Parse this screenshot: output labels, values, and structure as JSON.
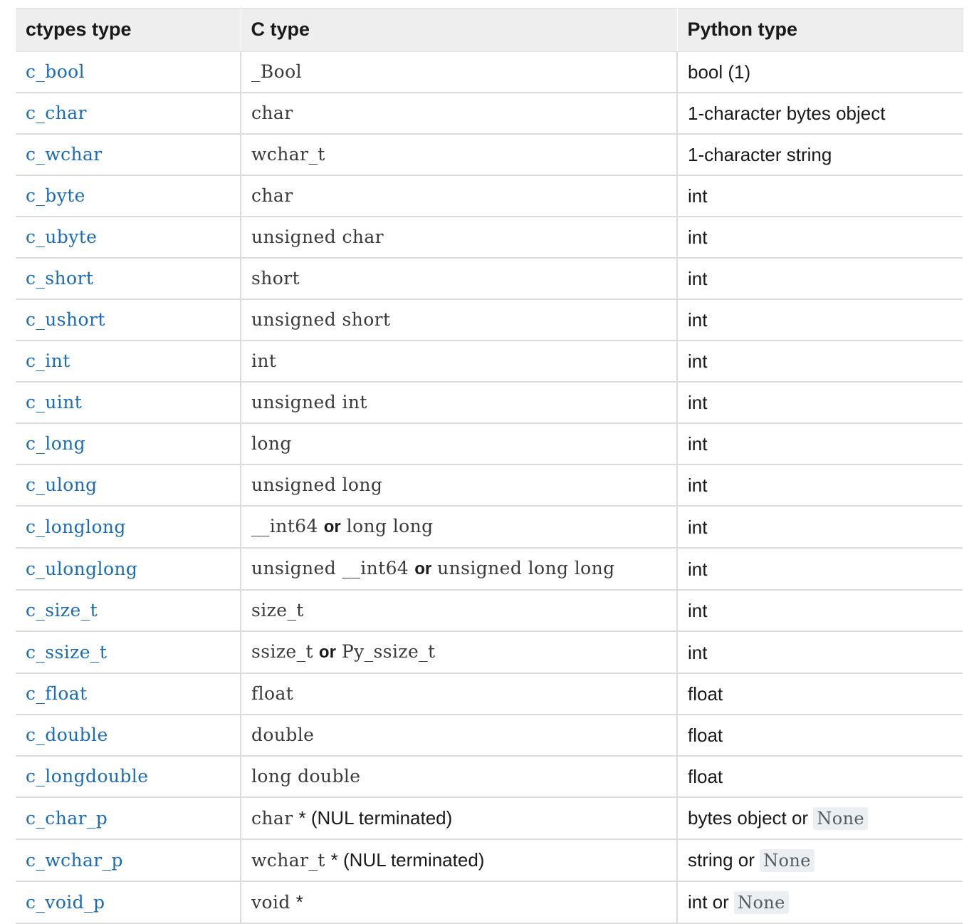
{
  "table": {
    "name": "ctypes fundamental data types",
    "accent_link_color": "#1a6cb5",
    "header_background": "#eeeeee",
    "border_color": "#dcdcdc",
    "literal_background": "#eceff1",
    "columns": [
      {
        "key": "ctypes_type",
        "label": "ctypes type"
      },
      {
        "key": "c_type",
        "label": "C type"
      },
      {
        "key": "python_type",
        "label": "Python type"
      }
    ],
    "rows": [
      {
        "ctypes_type": "c_bool",
        "c_type": [
          {
            "style": "code",
            "text": "_Bool"
          }
        ],
        "python_type": [
          {
            "style": "plain",
            "text": "bool (1)"
          }
        ]
      },
      {
        "ctypes_type": "c_char",
        "c_type": [
          {
            "style": "code",
            "text": "char"
          }
        ],
        "python_type": [
          {
            "style": "plain",
            "text": "1-character bytes object"
          }
        ]
      },
      {
        "ctypes_type": "c_wchar",
        "c_type": [
          {
            "style": "code",
            "text": "wchar_t"
          }
        ],
        "python_type": [
          {
            "style": "plain",
            "text": "1-character string"
          }
        ]
      },
      {
        "ctypes_type": "c_byte",
        "c_type": [
          {
            "style": "code",
            "text": "char"
          }
        ],
        "python_type": [
          {
            "style": "plain",
            "text": "int"
          }
        ]
      },
      {
        "ctypes_type": "c_ubyte",
        "c_type": [
          {
            "style": "code",
            "text": "unsigned char"
          }
        ],
        "python_type": [
          {
            "style": "plain",
            "text": "int"
          }
        ]
      },
      {
        "ctypes_type": "c_short",
        "c_type": [
          {
            "style": "code",
            "text": "short"
          }
        ],
        "python_type": [
          {
            "style": "plain",
            "text": "int"
          }
        ]
      },
      {
        "ctypes_type": "c_ushort",
        "c_type": [
          {
            "style": "code",
            "text": "unsigned short"
          }
        ],
        "python_type": [
          {
            "style": "plain",
            "text": "int"
          }
        ]
      },
      {
        "ctypes_type": "c_int",
        "c_type": [
          {
            "style": "code",
            "text": "int"
          }
        ],
        "python_type": [
          {
            "style": "plain",
            "text": "int"
          }
        ]
      },
      {
        "ctypes_type": "c_uint",
        "c_type": [
          {
            "style": "code",
            "text": "unsigned int"
          }
        ],
        "python_type": [
          {
            "style": "plain",
            "text": "int"
          }
        ]
      },
      {
        "ctypes_type": "c_long",
        "c_type": [
          {
            "style": "code",
            "text": "long"
          }
        ],
        "python_type": [
          {
            "style": "plain",
            "text": "int"
          }
        ]
      },
      {
        "ctypes_type": "c_ulong",
        "c_type": [
          {
            "style": "code",
            "text": "unsigned long"
          }
        ],
        "python_type": [
          {
            "style": "plain",
            "text": "int"
          }
        ]
      },
      {
        "ctypes_type": "c_longlong",
        "c_type": [
          {
            "style": "code",
            "text": "__int64"
          },
          {
            "style": "sep",
            "text": "or"
          },
          {
            "style": "code",
            "text": "long long"
          }
        ],
        "python_type": [
          {
            "style": "plain",
            "text": "int"
          }
        ]
      },
      {
        "ctypes_type": "c_ulonglong",
        "c_type": [
          {
            "style": "code",
            "text": "unsigned __int64"
          },
          {
            "style": "sep",
            "text": "or"
          },
          {
            "style": "code",
            "text": "unsigned long long"
          }
        ],
        "python_type": [
          {
            "style": "plain",
            "text": "int"
          }
        ]
      },
      {
        "ctypes_type": "c_size_t",
        "c_type": [
          {
            "style": "code",
            "text": "size_t"
          }
        ],
        "python_type": [
          {
            "style": "plain",
            "text": "int"
          }
        ]
      },
      {
        "ctypes_type": "c_ssize_t",
        "c_type": [
          {
            "style": "code",
            "text": "ssize_t"
          },
          {
            "style": "sep",
            "text": "or"
          },
          {
            "style": "code",
            "text": "Py_ssize_t"
          }
        ],
        "python_type": [
          {
            "style": "plain",
            "text": "int"
          }
        ]
      },
      {
        "ctypes_type": "c_float",
        "c_type": [
          {
            "style": "code",
            "text": "float"
          }
        ],
        "python_type": [
          {
            "style": "plain",
            "text": "float"
          }
        ]
      },
      {
        "ctypes_type": "c_double",
        "c_type": [
          {
            "style": "code",
            "text": "double"
          }
        ],
        "python_type": [
          {
            "style": "plain",
            "text": "float"
          }
        ]
      },
      {
        "ctypes_type": "c_longdouble",
        "c_type": [
          {
            "style": "code",
            "text": "long double"
          }
        ],
        "python_type": [
          {
            "style": "plain",
            "text": "float"
          }
        ]
      },
      {
        "ctypes_type": "c_char_p",
        "c_type": [
          {
            "style": "code",
            "text": "char"
          },
          {
            "style": "plain",
            "text": "* (NUL terminated)"
          }
        ],
        "python_type": [
          {
            "style": "plain",
            "text": "bytes object or"
          },
          {
            "style": "literal",
            "text": "None"
          }
        ]
      },
      {
        "ctypes_type": "c_wchar_p",
        "c_type": [
          {
            "style": "code",
            "text": "wchar_t"
          },
          {
            "style": "plain",
            "text": "* (NUL terminated)"
          }
        ],
        "python_type": [
          {
            "style": "plain",
            "text": "string or"
          },
          {
            "style": "literal",
            "text": "None"
          }
        ]
      },
      {
        "ctypes_type": "c_void_p",
        "c_type": [
          {
            "style": "code",
            "text": "void"
          },
          {
            "style": "plain",
            "text": "*"
          }
        ],
        "python_type": [
          {
            "style": "plain",
            "text": "int or"
          },
          {
            "style": "literal",
            "text": "None"
          }
        ]
      }
    ]
  }
}
